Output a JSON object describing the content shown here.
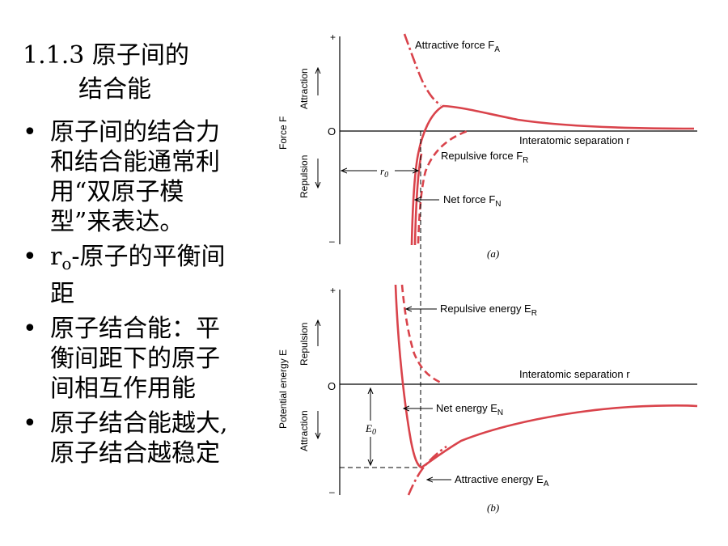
{
  "heading": {
    "line1": "1.1.3 原子间的",
    "line2": "结合能"
  },
  "bullets": {
    "b1": [
      "原子间的结合力",
      "和结合能通常利",
      "用“双原子模",
      "型”来表达。"
    ],
    "b2_prefix": "r",
    "b2_sub": "o",
    "b2_rest": "-原子的平衡间",
    "b2_line2": "距",
    "b3": [
      "原子结合能：平",
      "衡间距下的原子",
      "间相互作用能"
    ],
    "b4": [
      "原子结合能越大,",
      "原子结合越稳定"
    ],
    "bullet_char": "•"
  },
  "figure_a": {
    "plus": "+",
    "zero": "O",
    "minus": "–",
    "y_title": "Force F",
    "attraction": "Attraction",
    "repulsion": "Repulsion",
    "x_label": "Interatomic separation r",
    "attractive_label": "Attractive force F",
    "attractive_sub": "A",
    "repulsive_label": "Repulsive force F",
    "repulsive_sub": "R",
    "net_label": "Net force F",
    "net_sub": "N",
    "r0_label": "r",
    "r0_sub": "0",
    "caption": "(a)"
  },
  "figure_b": {
    "plus": "+",
    "zero": "O",
    "minus": "–",
    "y_title": "Potential energy E",
    "attraction": "Attraction",
    "repulsion": "Repulsion",
    "x_label": "Interatomic separation r",
    "repulsive_label": "Repulsive energy E",
    "repulsive_sub": "R",
    "net_label": "Net energy E",
    "net_sub": "N",
    "attractive_label": "Attractive energy E",
    "attractive_sub": "A",
    "e0_label": "E",
    "e0_sub": "0",
    "caption": "(b)"
  },
  "colors": {
    "curve": "#d9434b"
  }
}
